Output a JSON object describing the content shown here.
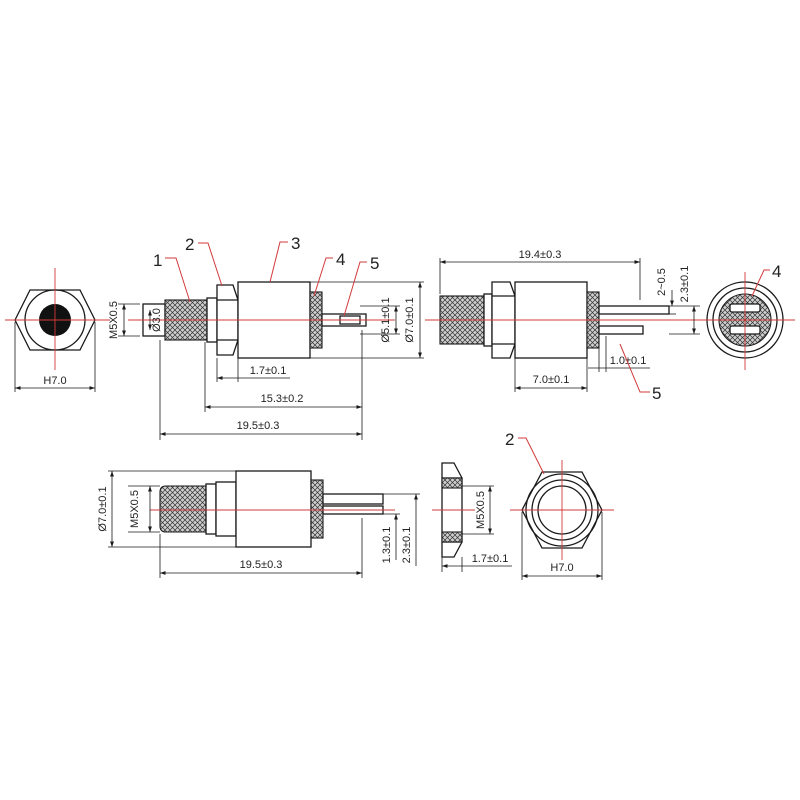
{
  "callouts": [
    "1",
    "2",
    "3",
    "4",
    "5",
    "4",
    "5",
    "2"
  ],
  "dimensions": {
    "hex_flat_left": "H7.0",
    "thread_left": "M5X0.5",
    "dia_3": "Ø3.0",
    "nut_width": "1.7±0.1",
    "len_15_3": "15.3±0.2",
    "len_19_5_top": "19.5±0.3",
    "dia_5_1": "Ø5.1±0.1",
    "dia_7_top": "Ø7.0±0.1",
    "len_19_4": "19.4±0.3",
    "gap_2": "2~0.5",
    "h_2_3_top": "2.3±0.1",
    "len_7_0": "7.0±0.1",
    "pin_1_0": "1.0±0.1",
    "dia_7_bottom": "Ø7.0±0.1",
    "thread_bottom": "M5X0.5",
    "len_19_5_bottom": "19.5±0.3",
    "h_1_3": "1.3±0.1",
    "h_2_3_bottom": "2.3±0.1",
    "nut_thread": "M5X0.5",
    "nut_thk": "1.7±0.1",
    "hex_flat_right": "H7.0"
  },
  "colors": {
    "line": "#1a1a1a",
    "center_line": "#d23a3a",
    "leader": "#d23a3a",
    "background": "#ffffff"
  }
}
